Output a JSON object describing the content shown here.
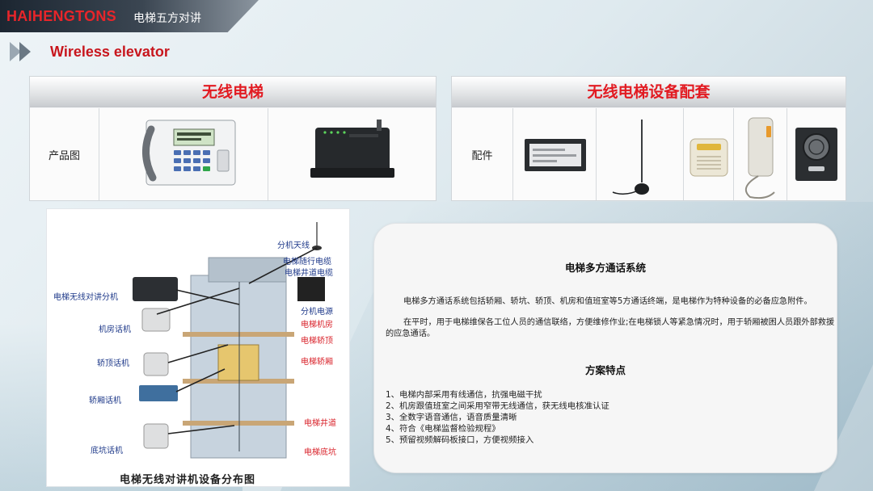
{
  "header": {
    "brand": "HAIHENGTONS",
    "subtitle": "电梯五方对讲",
    "section_title": "Wireless elevator"
  },
  "colors": {
    "brand_red": "#e8252a",
    "title_red": "#c8161d",
    "label_blue": "#1f3a8a",
    "label_red": "#d9232b"
  },
  "products": {
    "left_title": "无线电梯",
    "left_row_label": "产品图",
    "left_items": [
      "desk-phone-icon",
      "wireless-module-icon"
    ],
    "right_title": "无线电梯设备配套",
    "right_row_label": "配件",
    "right_items": [
      "display-panel-icon",
      "antenna-icon",
      "speaker-box-icon",
      "wall-phone-icon",
      "intercom-grille-icon"
    ]
  },
  "figure": {
    "labels": {
      "antenna": "分机天线",
      "trailing_cable": "电梯随行电缆",
      "shaft_cable": "电梯井道电缆",
      "intercom_unit": "电梯无线对讲分机",
      "machine_room": "机房话机",
      "power": "分机电源",
      "car_roof_phone": "轿顶话机",
      "machine_room_red": "电梯机房",
      "car_roof": "电梯轿顶",
      "car_phone": "轿厢话机",
      "car": "电梯轿厢",
      "shaft": "电梯井道",
      "pit_phone": "底坑话机",
      "pit": "电梯底坑"
    },
    "caption": "电梯无线对讲机设备分布图"
  },
  "info": {
    "system_title": "电梯多方通话系统",
    "paragraph1": "电梯多方通话系统包括轿厢、轿坑、轿顶、机房和值班室等5方通话终端，是电梯作为特种设备的必备应急附件。",
    "paragraph2": "在平时，用于电梯维保各工位人员的通信联络，方便维修作业;在电梯锁人等紧急情况时，用于轿厢被困人员跟外部救援的应急通话。",
    "features_title": "方案特点",
    "features": [
      "1、电梯内部采用有线通信，抗强电磁干扰",
      "2、机房跟值班室之间采用窄带无线通信，获无线电核准认证",
      "3、全数字语音通信，语音质量清晰",
      "4、符合《电梯监督检验规程》",
      "5、预留视频解码板接口，方便视频接入"
    ]
  }
}
